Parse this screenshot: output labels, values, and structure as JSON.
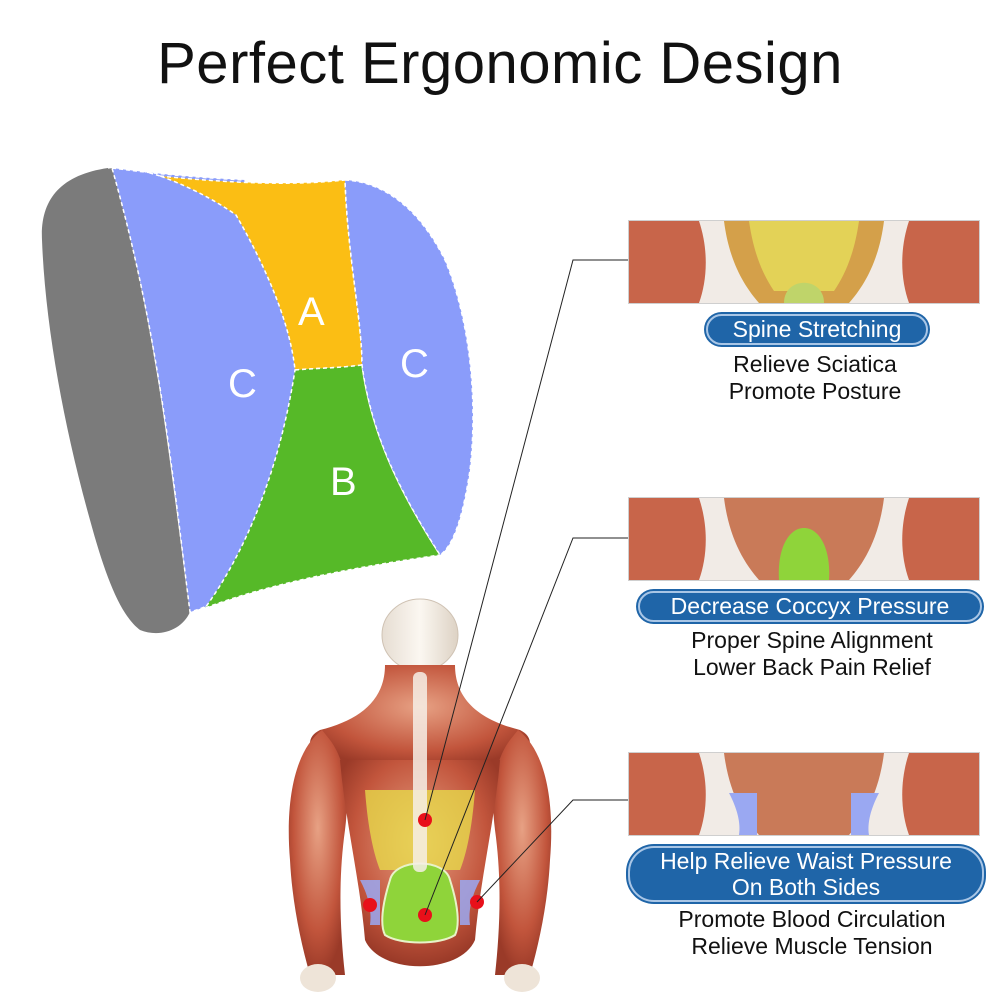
{
  "title": "Perfect Ergonomic Design",
  "cushion": {
    "zones": [
      {
        "id": "A",
        "label": "A",
        "color": "#fbbe14"
      },
      {
        "id": "B",
        "label": "B",
        "color": "#56b928"
      },
      {
        "id": "C-left",
        "label": "C",
        "color": "#8a9cfa"
      },
      {
        "id": "C-right",
        "label": "C",
        "color": "#8a9cfa"
      }
    ],
    "side_color": "#7b7b7b"
  },
  "benefits": [
    {
      "heading": "Spine Stretching",
      "lines": [
        "Relieve Sciatica",
        "Promote Posture"
      ]
    },
    {
      "heading": "Decrease Coccyx Pressure",
      "lines": [
        "Proper Spine Alignment",
        "Lower Back Pain Relief"
      ]
    },
    {
      "heading": "Help Relieve Waist Pressure On Both Sides",
      "heading_lines": [
        "Help Relieve Waist Pressure",
        "On Both Sides"
      ],
      "lines": [
        "Promote Blood Circulation",
        "Relieve Muscle Tension"
      ]
    }
  ],
  "colors": {
    "pill": "#1f65a8",
    "marker": "#e8101a",
    "muscle": "#c8654a"
  }
}
